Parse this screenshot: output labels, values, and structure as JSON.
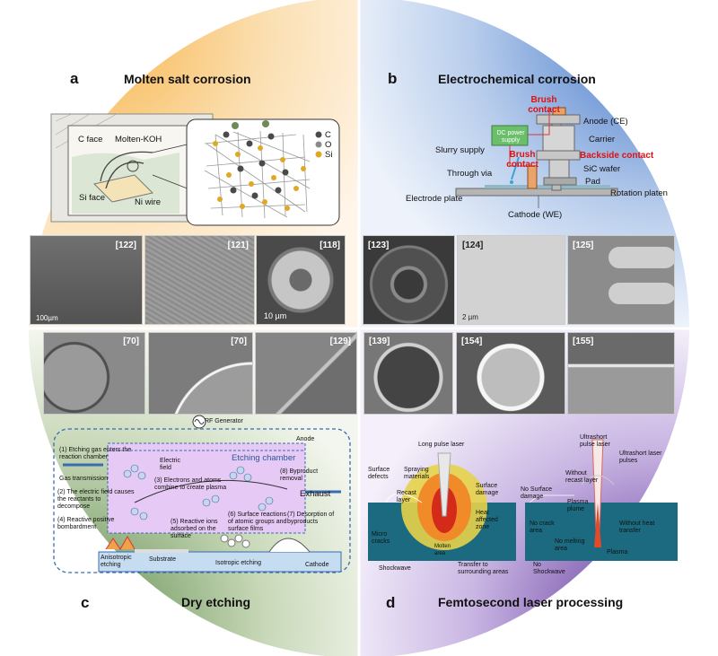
{
  "panels": {
    "a": {
      "label": "a",
      "title": "Molten salt corrosion",
      "color": "#f5a623"
    },
    "b": {
      "label": "b",
      "title": "Electrochemical corrosion",
      "color": "#3a72c4"
    },
    "c": {
      "label": "c",
      "title": "Dry etching",
      "color": "#5a8a4a"
    },
    "d": {
      "label": "d",
      "title": "Femtosecond laser processing",
      "color": "#6a3fa0"
    }
  },
  "molten_salt": {
    "c_face": "C face",
    "molten_koh": "Molten-KOH",
    "si_face": "Si face",
    "ni_wire": "Ni wire",
    "legend_c": "C",
    "legend_o": "O",
    "legend_si": "Si"
  },
  "electrochemical": {
    "brush_contact_top": "Brush contact",
    "dc_power": "DC power supply",
    "anode": "Anode (CE)",
    "carrier": "Carrier",
    "slurry_supply": "Slurry supply",
    "brush_contact_mid": "Brush contact",
    "backside_contact": "Backside contact",
    "through_via": "Through via",
    "sic_wafer": "SiC wafer",
    "pad": "Pad",
    "electrode_plate": "Electrode plate",
    "rotation_platen": "Rotation platen",
    "cathode": "Cathode (WE)"
  },
  "refs": {
    "r122": "[122]",
    "r121": "[121]",
    "r118": "[118]",
    "r123": "[123]",
    "r124": "[124]",
    "r125": "[125]",
    "r70a": "[70]",
    "r70b": "[70]",
    "r129": "[129]",
    "r139": "[139]",
    "r154": "[154]",
    "r155": "[155]"
  },
  "scalebars": {
    "s100": "100µm",
    "s10": "10 µm",
    "s2": "2 µm"
  },
  "dry_etching": {
    "rf_generator": "RF Generator",
    "anode": "Anode",
    "etching_chamber": "Etching chamber",
    "step1": "(1) Etching gas enters the reaction chamber",
    "electric_field": "Electric field",
    "gas_transmission": "Gas transmission",
    "step2": "(2) The electric field causes the reactants to decompose",
    "step3": "(3) Electrons and atoms combine to create plasma",
    "step8": "(8) Byproduct removal",
    "exhaust": "Exhaust",
    "step4": "(4) Reactive positive bombardment",
    "step5": "(5) Reactive ions adsorbed on the surface",
    "step6": "(6) Surface reactions of atomic groups and surface films",
    "step7": "(7) Desorption of byproducts",
    "anisotropic": "Anisotropic etching",
    "substrate": "Substrate",
    "isotropic": "Isotropic etching",
    "cathode": "Cathode"
  },
  "laser": {
    "long_pulse": "Long pulse laser",
    "surface_defects": "Surface defects",
    "spraying_materials": "Spraying materials",
    "recast_layer": "Recast layer",
    "surface_damage": "Surface damage",
    "heat_affected": "Heat affected zone",
    "micro_cracks": "Micro cracks",
    "molten_area": "Molten area",
    "shockwave": "Shockwave",
    "transfer": "Transfer to surrounding areas",
    "ultrashort_laser": "Ultrashort pulse laser",
    "ultrashort_pulses": "Ultrashort laser pulses",
    "without_recast": "Without recast layer",
    "no_surface_damage": "No Surface damage",
    "plasma_plume": "Plasma plume",
    "no_crack": "No crack area",
    "without_heat": "Without heat transfer",
    "no_melting": "No melting area",
    "plasma": "Plasma",
    "no_shockwave": "No Shockwave"
  }
}
